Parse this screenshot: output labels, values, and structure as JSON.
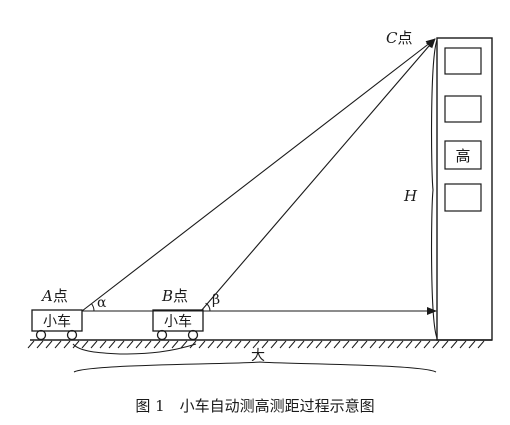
{
  "labels": {
    "point_a_letter": "A",
    "point_a_suffix": "点",
    "point_b_letter": "B",
    "point_b_suffix": "点",
    "point_c_letter": "C",
    "point_c_suffix": "点",
    "angle_alpha": "α",
    "angle_beta": "β",
    "height_h": "H",
    "cart_a": "小车",
    "cart_b": "小车",
    "building_text": "高",
    "ground_text": "大"
  },
  "caption": "图 1　小车自动测高测距过程示意图"
}
